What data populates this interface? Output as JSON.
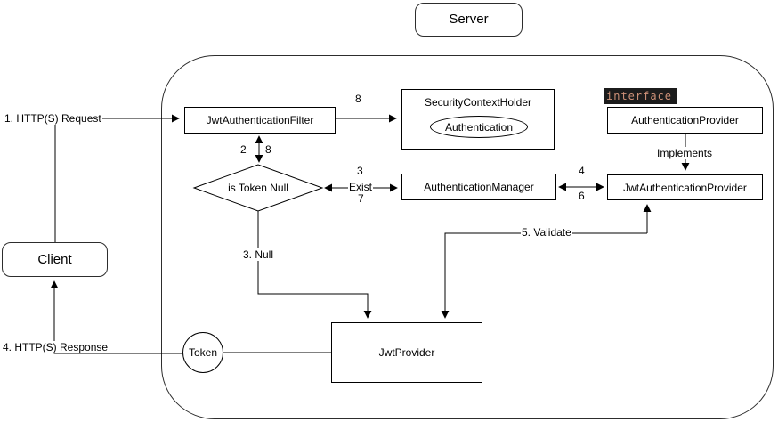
{
  "diagram": {
    "server_label": "Server",
    "client_label": "Client",
    "token_label": "Token",
    "nodes": {
      "jwt_filter": "JwtAuthenticationFilter",
      "security_context_holder": "SecurityContextHolder",
      "authentication": "Authentication",
      "interface_keyword": "interface",
      "auth_provider": "AuthenticationProvider",
      "auth_manager": "AuthenticationManager",
      "jwt_auth_provider": "JwtAuthenticationProvider",
      "decision": "is Token Null",
      "jwt_provider": "JwtProvider"
    },
    "edge_labels": {
      "request": "1. HTTP(S) Request",
      "step8_to_holder": "8",
      "step2": "2",
      "step8_return": "8",
      "step3": "3",
      "exist": "Exist",
      "step7": "7",
      "step4": "4",
      "step6": "6",
      "implements": "Implements",
      "validate": "5. Validate",
      "null_branch": "3. Null",
      "response": "4. HTTP(S) Response"
    },
    "colors": {
      "interface_bg": "#1c1c1c",
      "interface_text": "#ce9178",
      "stroke": "#000000"
    }
  }
}
